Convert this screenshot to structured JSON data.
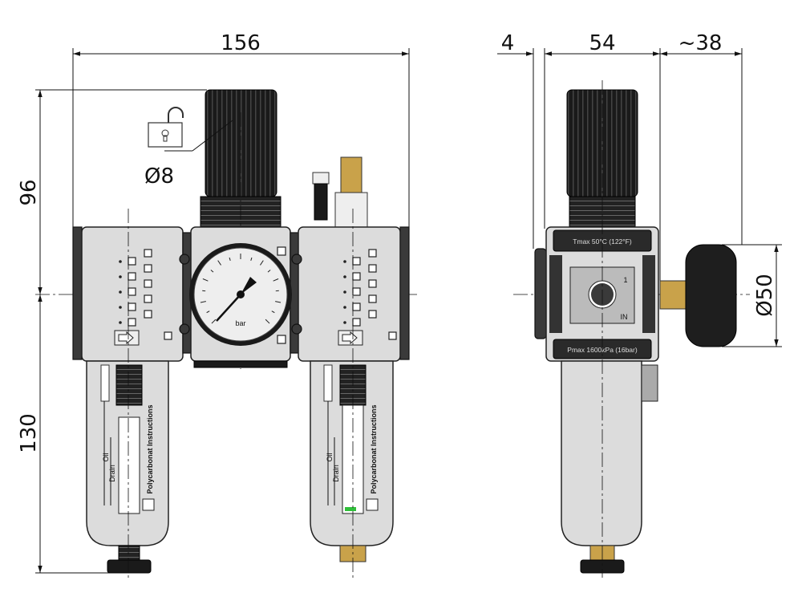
{
  "front_view": {
    "dimensions": {
      "width": "156",
      "height_top": "96",
      "height_bottom": "130",
      "knob_lock_diameter": "Ø8"
    },
    "gauge_unit": "bar",
    "filter_bowl": {
      "label": "Polycarbonat Instructions",
      "level_oil": "Oil",
      "level_drain": "Drain"
    },
    "lubricator_bowl": {
      "label": "Polycarbonat Instructions",
      "level_oil": "Oil",
      "level_drain": "Drain"
    }
  },
  "side_view": {
    "dimensions": {
      "plate": "4",
      "body_width": "54",
      "gauge_offset": "~38",
      "gauge_diameter": "Ø50"
    },
    "temp_label": "Tmax 50°C (122°F)",
    "pressure_label": "Pmax 1600kPa (16bar)",
    "port_number": "1",
    "port_label": "IN"
  },
  "colors": {
    "body": "#dcdcdc",
    "plate": "#3a3a3a",
    "knob": "#1a1a1a",
    "brass": "#c9a24a",
    "level_green": "#2fbf3a"
  }
}
